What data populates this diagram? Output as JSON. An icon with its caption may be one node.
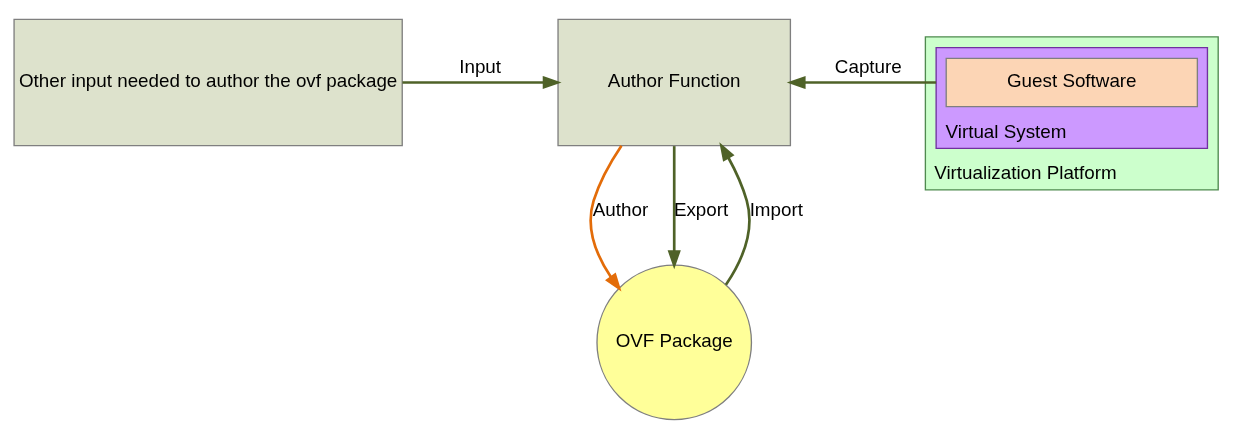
{
  "diagram": {
    "nodes": [
      {
        "text": [
          "Other input needed to author the ovf package"
        ]
      },
      {
        "text": [
          "Author Function"
        ]
      },
      {
        "text": [
          "OVF Package"
        ]
      },
      {
        "text": [
          "Virtualization Platform"
        ]
      },
      {
        "text": [
          "Virtual System"
        ],
        "in": 3
      },
      {
        "text": [
          "Guest Software"
        ],
        "in": 4
      }
    ],
    "edges": [
      {
        "from": 0,
        "to": 1,
        "arrow": "to",
        "label": "Input"
      },
      {
        "from": 4,
        "to": 1,
        "arrow": "to",
        "label": "Capture"
      },
      {
        "from": 1,
        "to": 2,
        "arrow": "to",
        "label": "Author",
        "color": "#e36c09"
      },
      {
        "from": 1,
        "to": 2,
        "arrow": "to",
        "label": "Export"
      },
      {
        "from": 2,
        "to": 1,
        "arrow": "to",
        "label": "Import"
      }
    ]
  }
}
